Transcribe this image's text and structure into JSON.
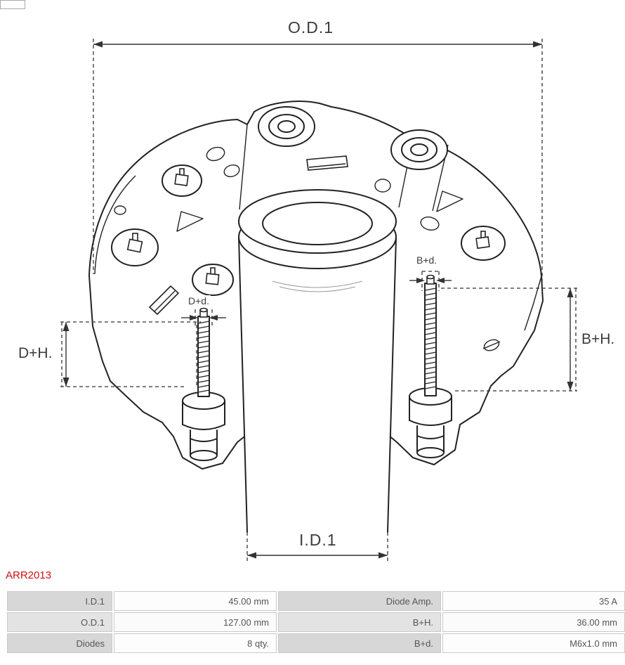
{
  "part_number": "ARR2013",
  "diagram": {
    "labels": {
      "od1": "O.D.1",
      "id1": "I.D.1",
      "dh": "D+H.",
      "bh": "B+H.",
      "dd": "D+d.",
      "bd": "B+d."
    }
  },
  "table": {
    "rows": [
      [
        "I.D.1",
        "45.00 mm",
        "Diode Amp.",
        "35 A"
      ],
      [
        "O.D.1",
        "127.00 mm",
        "B+H.",
        "36.00 mm"
      ],
      [
        "Diodes",
        "8 qty.",
        "B+d.",
        "M6x1.0 mm"
      ]
    ]
  },
  "colors": {
    "accent_red": "#cc1111",
    "line": "#222222",
    "table_label_bg": "#d7d7d7"
  }
}
